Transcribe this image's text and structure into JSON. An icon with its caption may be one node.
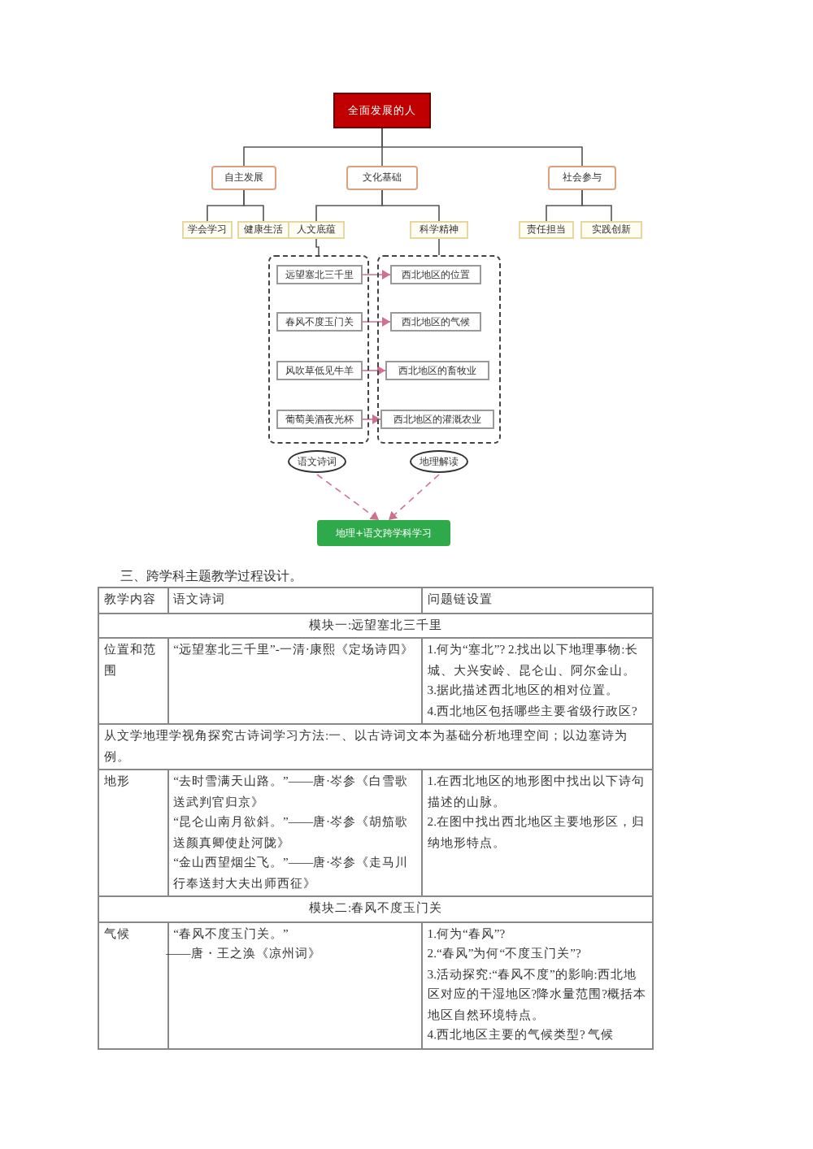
{
  "diagram": {
    "nodes": [
      {
        "text": [
          "全面发展的人"
        ]
      },
      {
        "text": [
          "自主发展"
        ]
      },
      {
        "text": [
          "文化基础"
        ]
      },
      {
        "text": [
          "社会参与"
        ]
      },
      {
        "text": [
          "学会学习"
        ]
      },
      {
        "text": [
          "健康生活"
        ]
      },
      {
        "text": [
          "人文底蕴"
        ]
      },
      {
        "text": [
          "科学精神"
        ]
      },
      {
        "text": [
          "责任担当"
        ]
      },
      {
        "text": [
          "实践创新"
        ]
      },
      {
        "text": [],
        "shape": "box"
      },
      {
        "text": [
          "远望塞北三千里"
        ],
        "in": 10
      },
      {
        "text": [
          "春风不度玉门关"
        ],
        "in": 10
      },
      {
        "text": [
          "风吹草低见牛羊"
        ],
        "in": 10
      },
      {
        "text": [
          "葡萄美酒夜光杯"
        ],
        "in": 10
      },
      {
        "text": [],
        "shape": "box"
      },
      {
        "text": [
          "西北地区的位置"
        ],
        "in": 15
      },
      {
        "text": [
          "西北地区的气候"
        ],
        "in": 15
      },
      {
        "text": [
          "西北地区的畜牧业"
        ],
        "in": 15
      },
      {
        "text": [
          "西北地区的灌溉农业"
        ],
        "in": 15
      },
      {
        "text": [
          "语文诗词"
        ]
      },
      {
        "text": [
          "地理解读"
        ]
      },
      {
        "text": [
          "地理+语文跨学科学习"
        ]
      }
    ],
    "edges": [
      {
        "from": 0,
        "to": 1,
        "arrow": "none"
      },
      {
        "from": 0,
        "to": 2,
        "arrow": "none"
      },
      {
        "from": 0,
        "to": 3,
        "arrow": "none"
      },
      {
        "from": 1,
        "to": 4,
        "arrow": "none"
      },
      {
        "from": 1,
        "to": 5,
        "arrow": "none"
      },
      {
        "from": 2,
        "to": 6,
        "arrow": "none"
      },
      {
        "from": 2,
        "to": 7,
        "arrow": "none"
      },
      {
        "from": 3,
        "to": 8,
        "arrow": "none"
      },
      {
        "from": 3,
        "to": 9,
        "arrow": "none"
      },
      {
        "from": 6,
        "to": 10,
        "arrow": "none"
      },
      {
        "from": 7,
        "to": 15,
        "arrow": "none"
      },
      {
        "from": 11,
        "to": 16,
        "arrow": "to",
        "color": "#d07090"
      },
      {
        "from": 12,
        "to": 17,
        "arrow": "to",
        "color": "#d07090"
      },
      {
        "from": 13,
        "to": 18,
        "arrow": "to",
        "color": "#d07090"
      },
      {
        "from": 14,
        "to": 19,
        "arrow": "to",
        "color": "#d07090"
      },
      {
        "from": 20,
        "to": 22,
        "arrow": "to",
        "style": "dashed",
        "color": "#d07090"
      },
      {
        "from": 21,
        "to": 22,
        "arrow": "to",
        "style": "dashed",
        "color": "#d07090"
      }
    ],
    "labels": [
      "三、跨学科主题教学过程设计。",
      "教学内容",
      "语文诗词",
      "问题链设置",
      "模块一:远望塞北三千里",
      "位置和范围",
      "“远望塞北三千里”-一清·康熙《定场诗四》",
      "1.何为“塞北”? 2.找出以下地理事物:长城、大兴安岭、昆仑山、阿尔金山。",
      "3.据此描述西北地区的相对位置。",
      "4.西北地区包括哪些主要省级行政区?",
      "从文学地理学视角探究古诗词学习方法:一、以古诗词文本为基础分析地理空间；以边塞诗为例。",
      "地形",
      "“去时雪满天山路。”——唐·岑参《白雪歌送武判官归京》",
      "“昆仑山南月欲斜。”——唐·岑参《胡笳歌送颜真卿使赴河陇》",
      "“金山西望烟尘飞。”——唐·岑参《走马川行奉送封大夫出师西征》",
      "1.在西北地区的地形图中找出以下诗句描述的山脉。",
      "2.在图中找出西北地区主要地形区，归纳地形特点。",
      "模块二:春风不度玉门关",
      "气候",
      "“春风不度玉门关。”",
      "——唐・王之涣《凉州词》",
      "1.何为“春风”?",
      "2.“春风”为何“不度玉门关”?",
      "3.活动探究:“春风不度”的影响:西北地区对应的干湿地区?降水量范围?概括本地区自然环境特点。",
      "4.西北地区主要的气候类型? 气候"
    ]
  }
}
